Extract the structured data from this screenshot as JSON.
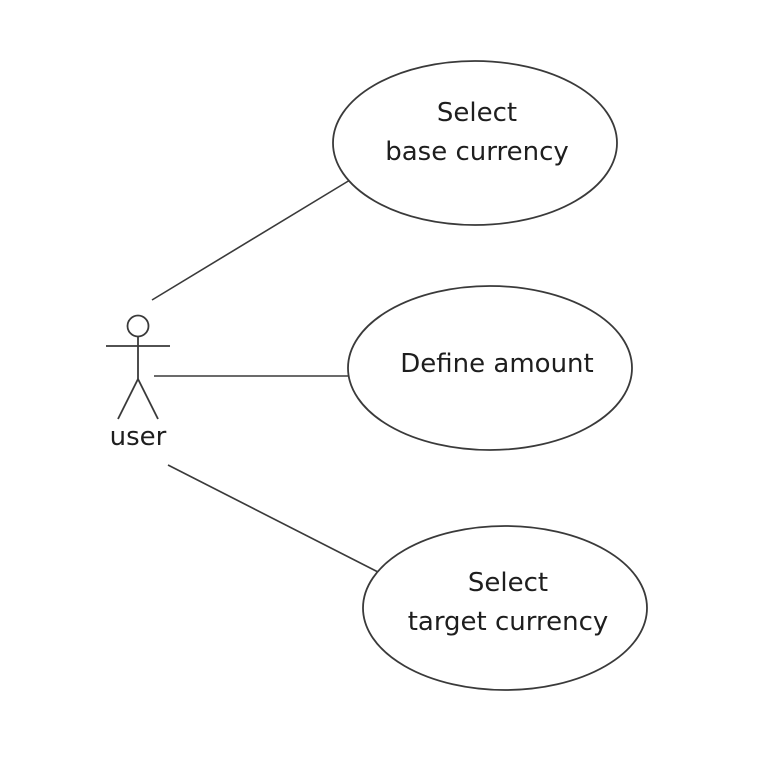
{
  "diagram": {
    "actor": {
      "label": "user"
    },
    "use_cases": [
      {
        "line1": "Select",
        "line2": "base currency"
      },
      {
        "line1": "Define amount"
      },
      {
        "line1": "Select",
        "line2": "target currency"
      }
    ]
  },
  "colors": {
    "stroke": "#3a3a3a",
    "text": "#1e1e1e",
    "background": "#ffffff"
  }
}
